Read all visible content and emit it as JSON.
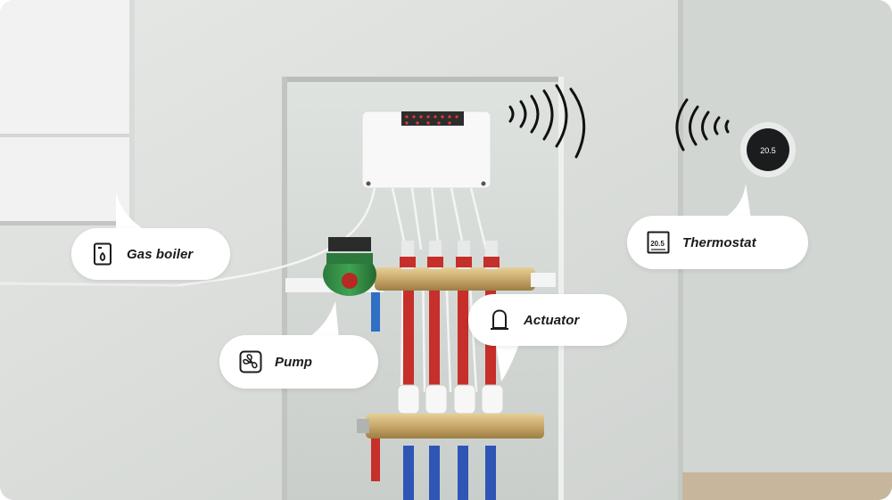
{
  "labels": {
    "gas_boiler": {
      "text": "Gas boiler",
      "icon": "gas-boiler-icon"
    },
    "thermostat": {
      "text": "Thermostat",
      "icon": "thermostat-icon",
      "display": "20.5"
    },
    "pump": {
      "text": "Pump",
      "icon": "pump-icon"
    },
    "actuator": {
      "text": "Actuator",
      "icon": "actuator-icon"
    }
  },
  "colors": {
    "wall": "#dcdfdc",
    "pipe_hot": "#c62f2a",
    "pipe_cold": "#2f55b5",
    "brass": "#c9a86a",
    "label_bg": "#ffffff",
    "text": "#1b1b1b"
  }
}
